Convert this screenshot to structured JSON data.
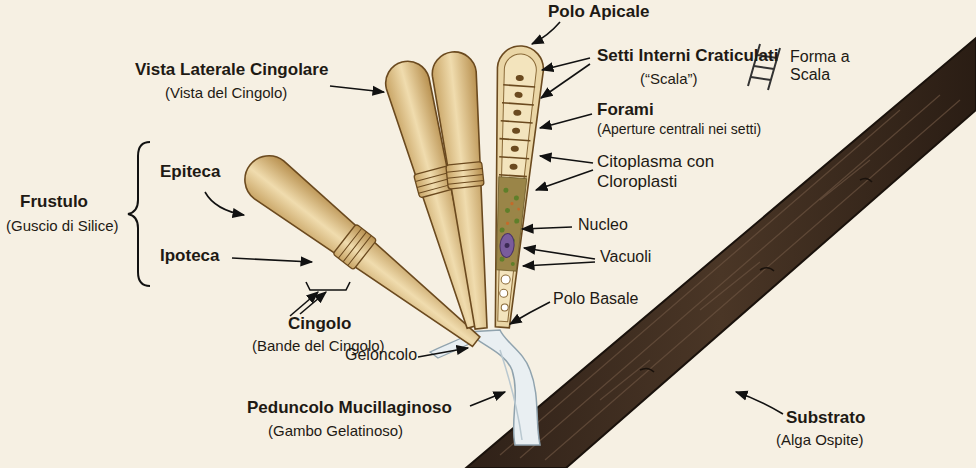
{
  "diagram": {
    "labels": [
      "Polo Apicale",
      "Vista Laterale Cingolare",
      "(Vista del Cingolo)",
      "Setti Interni Craticulati",
      "(“Scala”)",
      "Forma a Scala",
      "Forami",
      "(Aperture centrali nei setti)",
      "Citoplasma con Cloroplasti",
      "Frustulo",
      "(Guscio di Silice)",
      "Epiteca",
      "Nucleo",
      "Ipoteca",
      "Vacuoli",
      "Polo Basale",
      "Cingolo",
      "(Bande del Cingolo)",
      "Geloncolo",
      "Peduncolo Mucillaginoso",
      "(Gambo Gelatinoso)",
      "Substrato",
      "(Alga Ospite)"
    ]
  }
}
